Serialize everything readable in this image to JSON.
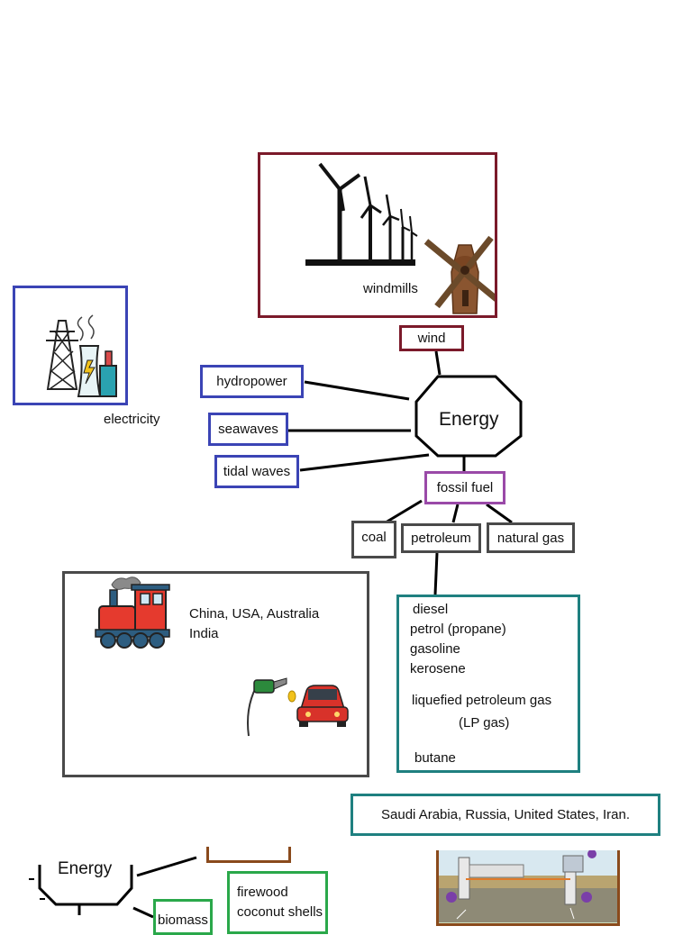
{
  "center": {
    "label": "Energy"
  },
  "wind": {
    "label": "wind",
    "panel_caption": "windmills",
    "color": "#7b1a2a"
  },
  "water_sources": {
    "color": "#3b44b5",
    "items": [
      "hydropower",
      "seawaves",
      "tidal waves"
    ],
    "panel_caption": "electricity"
  },
  "fossil_fuel": {
    "label": "fossil fuel",
    "color": "#9a4aa8",
    "types": [
      {
        "label": "coal"
      },
      {
        "label": "petroleum"
      },
      {
        "label": "natural gas"
      }
    ],
    "type_color": "#4a4a4a"
  },
  "coal_panel": {
    "countries_line1": "China, USA, Australia",
    "countries_line2": "India",
    "color": "#4a4a4a"
  },
  "petroleum_products": {
    "color": "#1f8080",
    "items": [
      "diesel",
      "petrol (propane)",
      "gasoline",
      "kerosene"
    ],
    "lpg_line1": "liquefied petroleum gas",
    "lpg_line2": "(LP gas)",
    "last": "butane"
  },
  "petroleum_countries": {
    "text": "Saudi Arabia, Russia, United States,  Iran.",
    "color": "#1f8080"
  },
  "bottom_fragment": {
    "energy_label": "Energy",
    "biomass_label": "biomass",
    "biomass_items": [
      "firewood",
      "coconut shells"
    ],
    "green": "#2aa84a",
    "brown": "#8a4a1c"
  }
}
